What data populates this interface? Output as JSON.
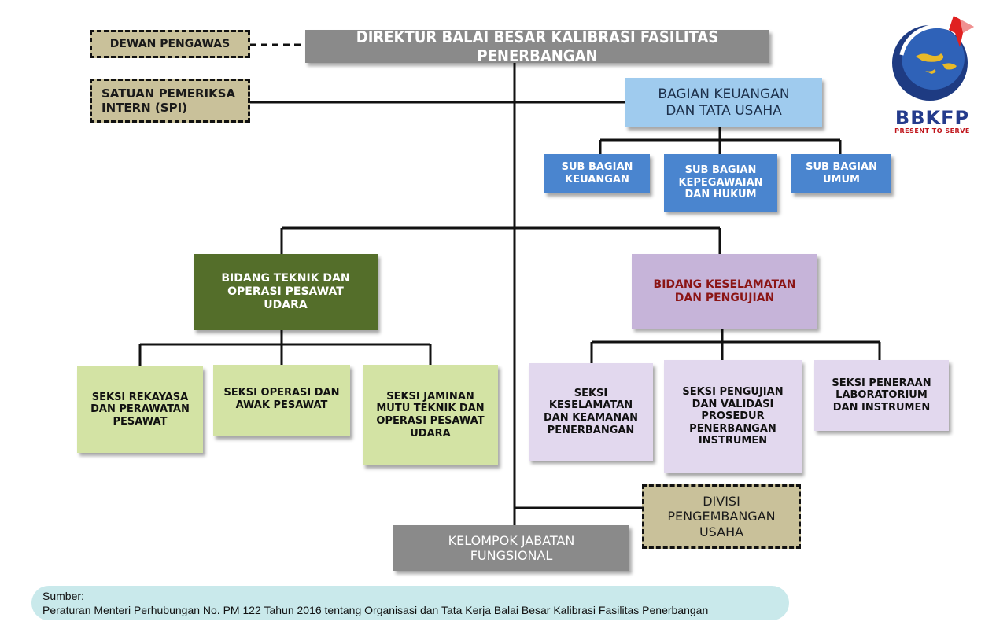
{
  "director": "DIREKTUR BALAI BESAR KALIBRASI FASILITAS PENERBANGAN",
  "dewan": "DEWAN PENGAWAS",
  "spi": "SATUAN PEMERIKSA\nINTERN (SPI)",
  "keuangan": {
    "head": "BAGIAN KEUANGAN\nDAN TATA USAHA",
    "sub": [
      "SUB BAGIAN\nKEUANGAN",
      "SUB BAGIAN\nKEPEGAWAIAN\nDAN HUKUM",
      "SUB BAGIAN\nUMUM"
    ]
  },
  "teknik": {
    "head": "BIDANG TEKNIK DAN\nOPERASI PESAWAT\nUDARA",
    "sub": [
      "SEKSI REKAYASA\nDAN PERAWATAN\nPESAWAT",
      "SEKSI OPERASI DAN\nAWAK PESAWAT",
      "SEKSI JAMINAN\nMUTU TEKNIK DAN\nOPERASI PESAWAT\nUDARA"
    ]
  },
  "keselamatan": {
    "head": "BIDANG KESELAMATAN\nDAN PENGUJIAN",
    "sub": [
      "SEKSI\nKESELAMATAN\nDAN KEAMANAN\nPENERBANGAN",
      "SEKSI PENGUJIAN\nDAN VALIDASI\nPROSEDUR\nPENERBANGAN\nINSTRUMEN",
      "SEKSI PENERAAN\nLABORATORIUM\nDAN INSTRUMEN"
    ]
  },
  "divisi": "DIVISI\nPENGEMBANGAN\nUSAHA",
  "fungsional": "KELOMPOK JABATAN\nFUNGSIONAL",
  "footer": {
    "line1": "Sumber:",
    "line2": "Peraturan Menteri Perhubungan No. PM 122 Tahun 2016 tentang Organisasi dan Tata Kerja Balai Besar Kalibrasi Fasilitas Penerbangan"
  },
  "logo": {
    "name": "BBKFP",
    "tagline": "PRESENT TO SERVE",
    "icon": "globe-plane-logo"
  },
  "colors": {
    "tan": "#c9c19a",
    "gray": "#8a8a8a",
    "light_blue": "#9fcbee",
    "blue": "#4a85cf",
    "dark_green": "#546e2a",
    "light_green": "#d3e3a4",
    "purple": "#c6b4d9",
    "light_purple": "#e2d8ee",
    "footer_bg": "#c9e9eb"
  }
}
